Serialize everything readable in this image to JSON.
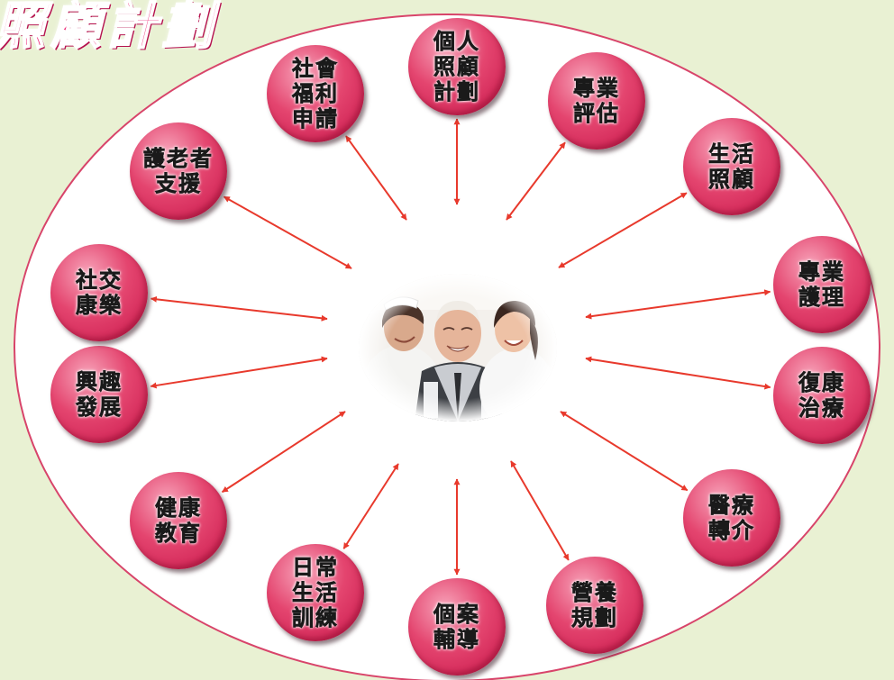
{
  "title": "照顧計劃",
  "colors": {
    "background": "#e9f1d3",
    "ellipse_fill": "#ffffff",
    "ellipse_stroke": "#d8446a",
    "arrow": "#e8392c",
    "node": "#e4456f",
    "title": "#ee2e7a"
  },
  "center": {
    "image": "elderly-man-with-two-caregivers-photo"
  },
  "nodes": [
    {
      "lines": [
        "個人",
        "照顧",
        "計劃"
      ]
    },
    {
      "lines": [
        "專業",
        "評估"
      ]
    },
    {
      "lines": [
        "生活",
        "照顧"
      ]
    },
    {
      "lines": [
        "專業",
        "護理"
      ]
    },
    {
      "lines": [
        "復康",
        "治療"
      ]
    },
    {
      "lines": [
        "醫療",
        "轉介"
      ]
    },
    {
      "lines": [
        "營養",
        "規劃"
      ]
    },
    {
      "lines": [
        "個案",
        "輔導"
      ]
    },
    {
      "lines": [
        "日常",
        "生活",
        "訓練"
      ]
    },
    {
      "lines": [
        "健康",
        "教育"
      ]
    },
    {
      "lines": [
        "興趣",
        "發展"
      ]
    },
    {
      "lines": [
        "社交",
        "康樂"
      ]
    },
    {
      "lines": [
        "護老者",
        "支援"
      ]
    },
    {
      "lines": [
        "社會",
        "福利",
        "申請"
      ]
    }
  ]
}
